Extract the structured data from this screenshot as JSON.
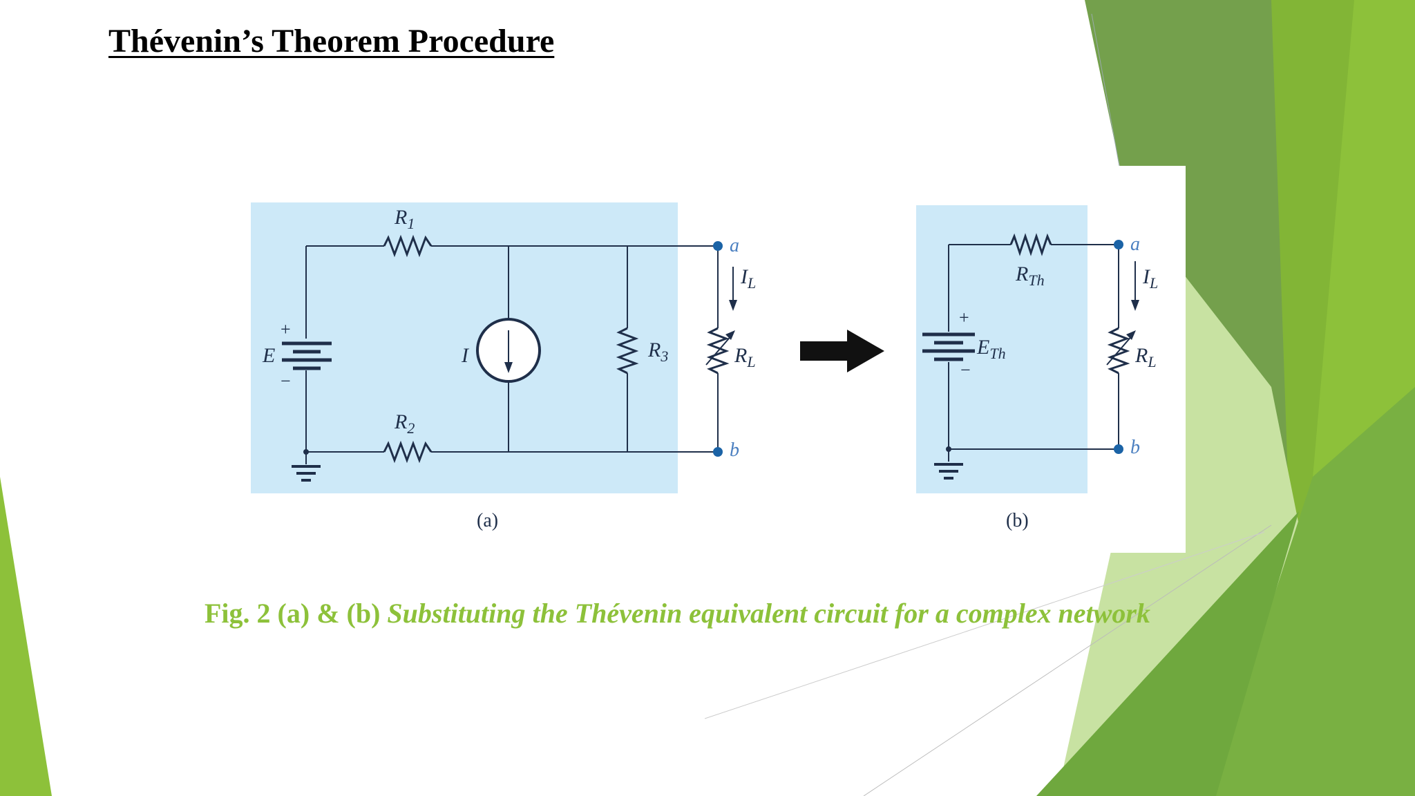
{
  "slide": {
    "title": "Thévenin’s Theorem Procedure",
    "caption_prefix": "Fig. 2 (a) & (b)",
    "caption_text": "Substituting the Thévenin equivalent circuit for a complex network",
    "colors": {
      "accent_green": "#8dc13a",
      "dark_green": "#6a9a45",
      "panel_blue": "#cde9f8"
    }
  },
  "figure_a": {
    "label": "(a)",
    "R1": {
      "main": "R",
      "sub": "1"
    },
    "R2": {
      "main": "R",
      "sub": "2"
    },
    "R3": {
      "main": "R",
      "sub": "3"
    },
    "E": "E",
    "plus": "+",
    "minus": "−",
    "I": "I",
    "RL": {
      "main": "R",
      "sub": "L"
    },
    "IL": {
      "main": "I",
      "sub": "L"
    },
    "terminal_a": "a",
    "terminal_b": "b"
  },
  "figure_b": {
    "label": "(b)",
    "RTh": {
      "main": "R",
      "sub": "Th"
    },
    "ETh": {
      "main": "E",
      "sub": "Th"
    },
    "plus": "+",
    "minus": "−",
    "RL": {
      "main": "R",
      "sub": "L"
    },
    "IL": {
      "main": "I",
      "sub": "L"
    },
    "terminal_a": "a",
    "terminal_b": "b"
  },
  "icons": {
    "arrow": "right-arrow-icon",
    "ground": "ground-icon",
    "battery": "battery-icon",
    "current_source": "current-source-icon",
    "resistor": "resistor-icon",
    "variable_resistor": "variable-resistor-icon"
  }
}
